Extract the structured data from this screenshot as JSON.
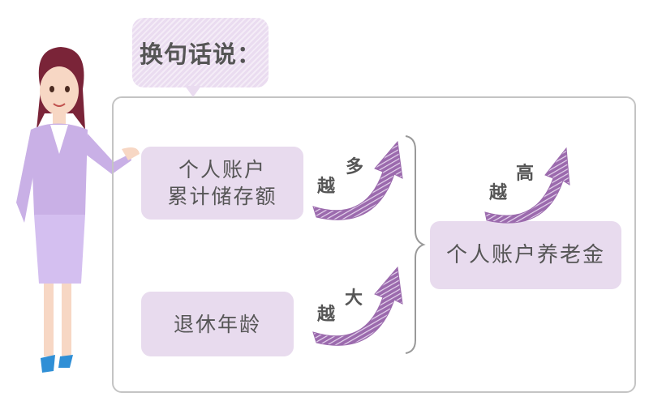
{
  "bubble": {
    "text": "换句话说："
  },
  "factors": [
    {
      "line1": "个人账户",
      "line2": "累计储存额",
      "trend_char1": "越",
      "trend_char2": "多"
    },
    {
      "line1": "退休年龄",
      "trend_char1": "越",
      "trend_char2": "大"
    }
  ],
  "result": {
    "text": "个人账户养老金",
    "trend_char1": "越",
    "trend_char2": "高"
  },
  "colors": {
    "accent": "#9b6aad",
    "box": "#e8dbee",
    "text": "#555555"
  }
}
